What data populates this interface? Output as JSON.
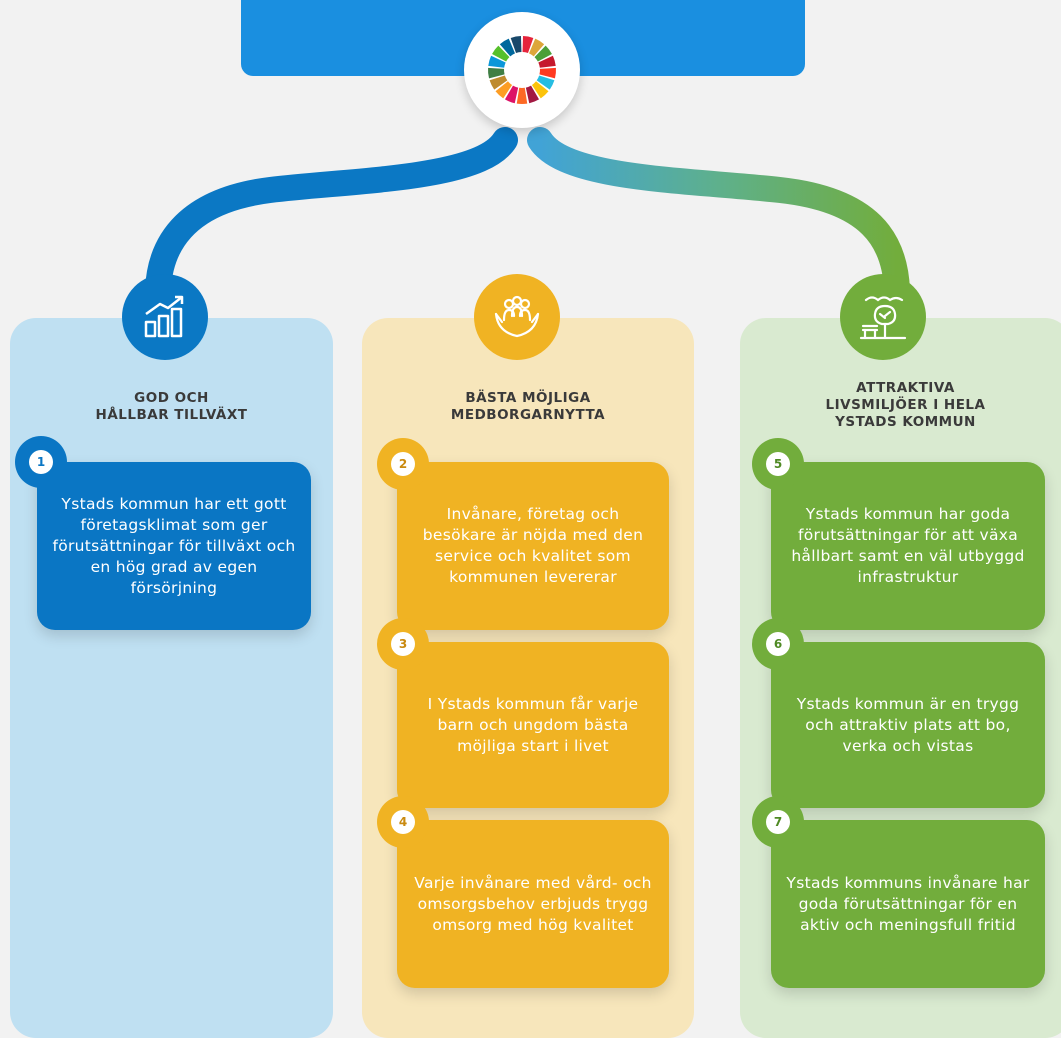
{
  "columns": [
    {
      "title": "GOD OCH\nHÅLLBAR TILLVÄXT",
      "icon": "growth-chart-icon",
      "color": "#0a76c4",
      "goals": [
        {
          "number": "1",
          "text": "Ystads kommun har ett gott företagsklimat som ger förutsättningar för tillväxt och en hög grad av egen försörjning"
        }
      ]
    },
    {
      "title": "BÄSTA MÖJLIGA\nMEDBORGARNYTTA",
      "icon": "people-in-hands-icon",
      "color": "#f0b323",
      "goals": [
        {
          "number": "2",
          "text": "Invånare, företag och besökare är nöjda med den service och kvalitet som kommunen levererar"
        },
        {
          "number": "3",
          "text": "I Ystads kommun får varje barn och ungdom bästa möjliga start i livet"
        },
        {
          "number": "4",
          "text": "Varje invånare med vård- och omsorgsbehov erbjuds trygg omsorg med hög kvalitet"
        }
      ]
    },
    {
      "title": "ATTRAKTIVA\nLIVSMILJÖER I HELA\nYSTADS KOMMUN",
      "icon": "tree-and-bench-icon",
      "color": "#72ad3c",
      "goals": [
        {
          "number": "5",
          "text": "Ystads kommun har goda förutsättningar för att växa hållbart samt en väl utbyggd infrastruktur"
        },
        {
          "number": "6",
          "text": "Ystads kommun är en trygg och attraktiv plats att bo, verka och vistas"
        },
        {
          "number": "7",
          "text": "Ystads kommuns invånare har goda förutsättningar för en aktiv och meningsfull fritid"
        }
      ]
    }
  ],
  "header": {
    "banner_color": "#1a8fe0",
    "icon": "sdg-wheel-icon"
  }
}
